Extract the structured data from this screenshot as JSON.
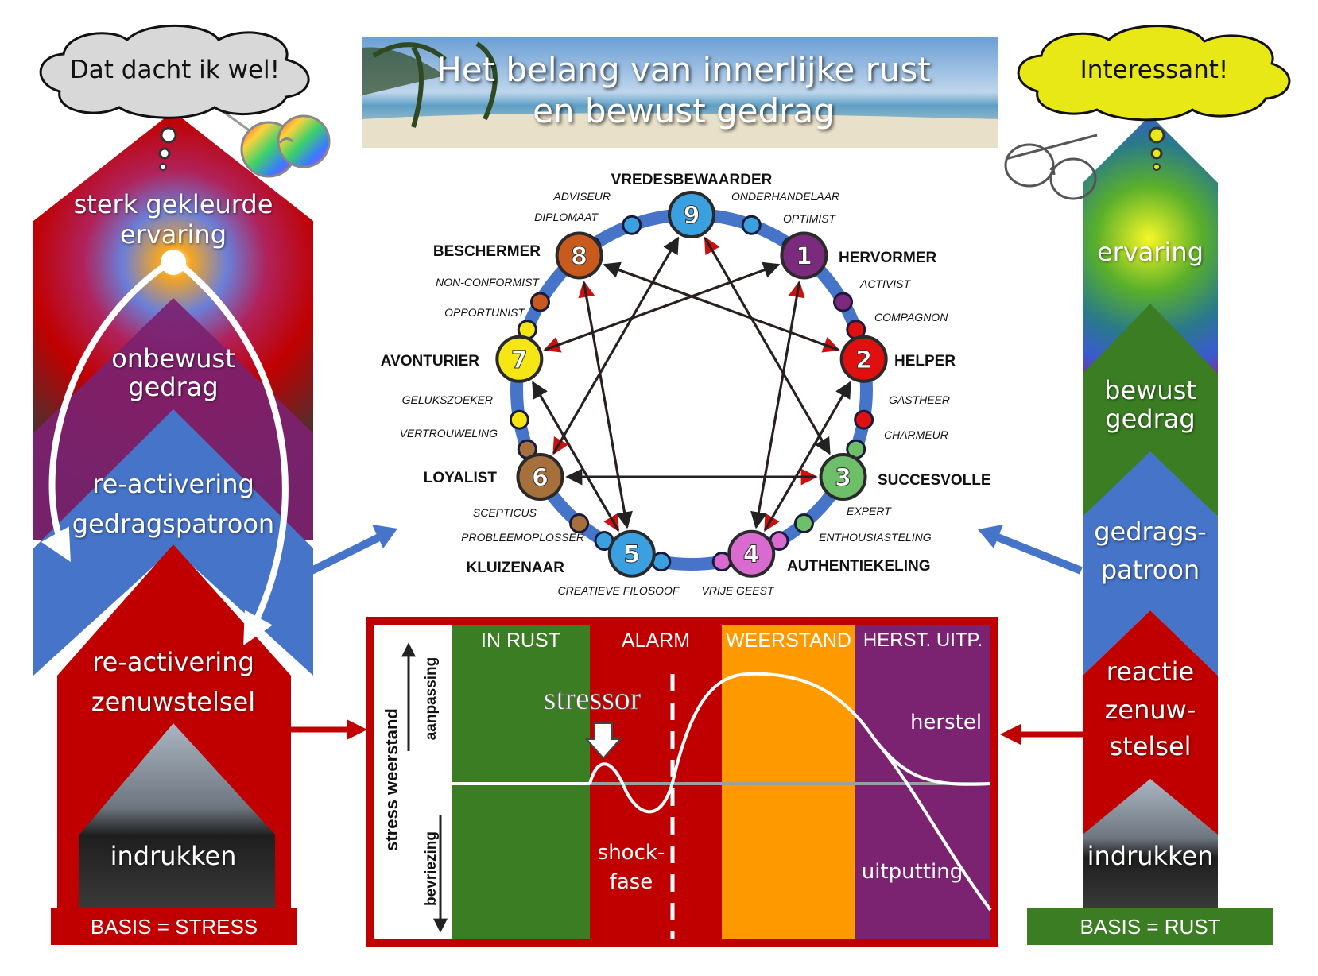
{
  "title": {
    "line1": "Het belang van innerlijke rust",
    "line2": "en bewust gedrag"
  },
  "left": {
    "cloud": "Dat dacht ik wel!",
    "levels": [
      "sterk gekleurde",
      "ervaring",
      "onbewust",
      "gedrag",
      "re-activering",
      "gedragspatroon",
      "re-activering",
      "zenuwstelsel",
      "indrukken"
    ],
    "basis": "BASIS = STRESS"
  },
  "right": {
    "cloud": "Interessant!",
    "levels": [
      "ervaring",
      "bewust",
      "gedrag",
      "gedrags-",
      "patroon",
      "reactie",
      "zenuw-",
      "stelsel",
      "indrukken"
    ],
    "basis": "BASIS = RUST"
  },
  "enneagram": {
    "types": [
      {
        "num": "9",
        "name": "VREDESBEWAARDER",
        "color": "#3aa0e0"
      },
      {
        "num": "1",
        "name": "HERVORMER",
        "color": "#7b2a7e"
      },
      {
        "num": "2",
        "name": "HELPER",
        "color": "#e01010"
      },
      {
        "num": "3",
        "name": "SUCCESVOLLE",
        "color": "#6dbf6a"
      },
      {
        "num": "4",
        "name": "AUTHENTIEKELING",
        "color": "#d86ad0"
      },
      {
        "num": "5",
        "name": "KLUIZENAAR",
        "color": "#3aa0e0"
      },
      {
        "num": "6",
        "name": "LOYALIST",
        "color": "#a6703c"
      },
      {
        "num": "7",
        "name": "AVONTURIER",
        "color": "#f5e614"
      },
      {
        "num": "8",
        "name": "BESCHERMER",
        "color": "#c85a1e"
      }
    ],
    "wings": [
      "ADVISEUR",
      "ONDERHANDELAAR",
      "DIPLOMAAT",
      "OPTIMIST",
      "NON-CONFORMIST",
      "ACTIVIST",
      "OPPORTUNIST",
      "COMPAGNON",
      "GELUKSZOEKER",
      "GASTHEER",
      "VERTROUWELING",
      "CHARMEUR",
      "SCEPTICUS",
      "EXPERT",
      "PROBLEEMOPLOSSER",
      "ENTHOUSIASTELING",
      "CREATIEVE FILOSOOF",
      "VRIJE GEEST"
    ]
  },
  "stress": {
    "phases": [
      "IN RUST",
      "ALARM",
      "WEERSTAND",
      "HERST. UITP."
    ],
    "phase_colors": [
      "#3a7d22",
      "#c00000",
      "#ff9900",
      "#7b2270"
    ],
    "axis_title": "stress weerstand",
    "axis_up": "aanpassing",
    "axis_down": "bevriezing",
    "stressor": "stressor",
    "shock": [
      "shock-",
      "fase"
    ],
    "herstel": "herstel",
    "uitputting": "uitputting"
  }
}
